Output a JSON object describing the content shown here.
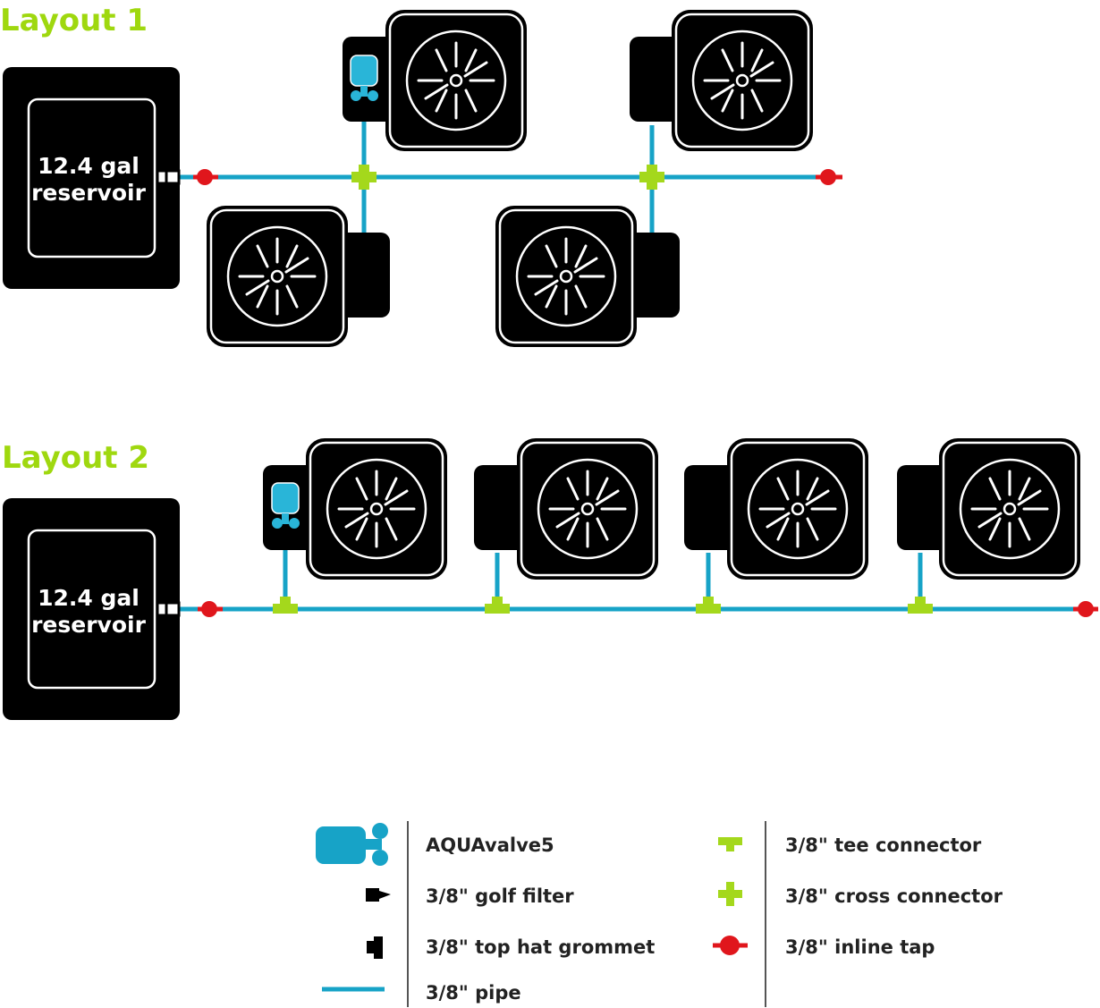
{
  "colors": {
    "title": "#9fd80f",
    "pipe": "#17a3c7",
    "valve": "#29b5d8",
    "connector": "#a4d81c",
    "tap": "#e0161c",
    "pot": "#000000"
  },
  "layout1": {
    "title": "Layout 1",
    "reservoir": {
      "line1": "12.4 gal",
      "line2": "reservoir"
    }
  },
  "layout2": {
    "title": "Layout 2",
    "reservoir": {
      "line1": "12.4 gal",
      "line2": "reservoir"
    }
  },
  "legend": {
    "aquavalve": "AQUAvalve5",
    "golf_filter": "3/8\" golf filter",
    "top_hat_grommet": "3/8\" top hat grommet",
    "pipe": "3/8\" pipe",
    "tee_connector": "3/8\" tee connector",
    "cross_connector": "3/8\" cross connector",
    "inline_tap": "3/8\" inline tap"
  }
}
